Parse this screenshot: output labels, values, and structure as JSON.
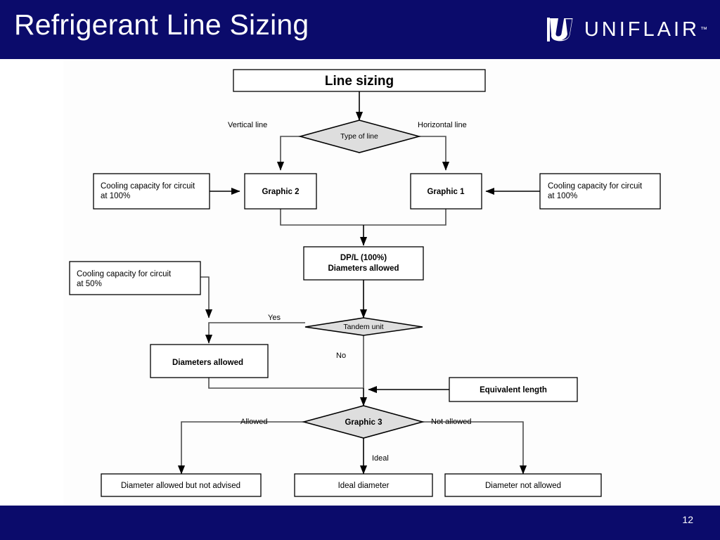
{
  "slide": {
    "title": "Refrigerant Line Sizing",
    "page_number": "12",
    "brand_name": "UNIFLAIR",
    "brand_tm": "™",
    "colors": {
      "band_navy": "#0b0b6b",
      "diamond_fill": "#dedede",
      "node_stroke": "#000000",
      "connector": "#4d4d4d",
      "canvas": "#fdfdfd"
    }
  },
  "flowchart": {
    "title_box": "Line sizing",
    "nodes": {
      "type_of_line": "Type of line",
      "cooling_left_100": "Cooling capacity for circuit\nat 100%",
      "cooling_left_100_l1": "Cooling capacity for circuit",
      "cooling_left_100_l2": "at 100%",
      "graphic2": "Graphic 2",
      "graphic1": "Graphic 1",
      "cooling_right_100_l1": "Cooling capacity for circuit",
      "cooling_right_100_l2": "at 100%",
      "dpl_l1": "DP/L  (100%)",
      "dpl_l2": "Diameters allowed",
      "cooling_50_l1": "Cooling capacity for circuit",
      "cooling_50_l2": "at 50%",
      "tandem_unit": "Tandem unit",
      "diameters_allowed": "Diameters allowed",
      "equivalent_length": "Equivalent length",
      "graphic3": "Graphic 3",
      "diameter_not_advised": "Diameter allowed but not advised",
      "ideal_diameter": "Ideal diameter",
      "diameter_not_allowed": "Diameter not allowed"
    },
    "edge_labels": {
      "vertical_line": "Vertical line",
      "horizontal_line": "Horizontal line",
      "yes": "Yes",
      "no": "No",
      "allowed": "Allowed",
      "not_allowed": "Not allowed",
      "ideal": "Ideal"
    }
  }
}
